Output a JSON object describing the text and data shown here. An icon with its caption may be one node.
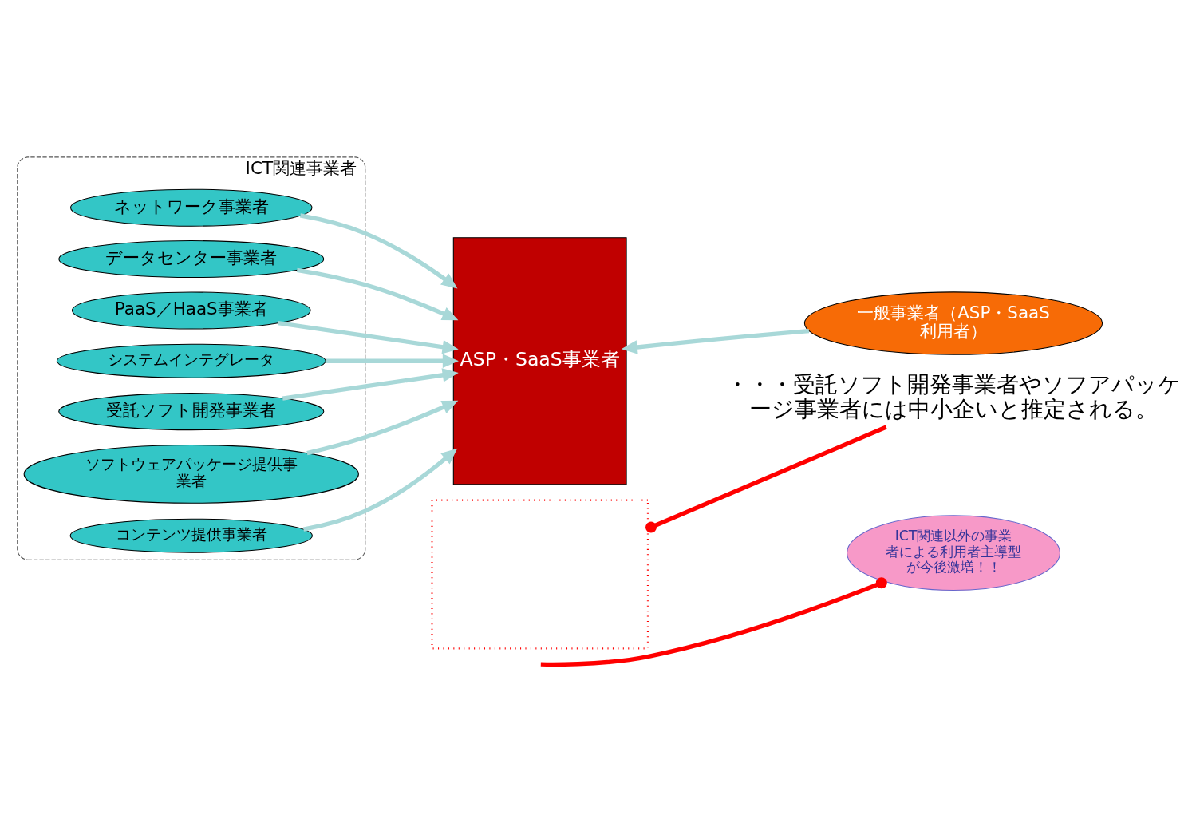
{
  "diagram": {
    "nodes": [
      {
        "text": [
          "ICT関連事業者"
        ]
      },
      {
        "text": [
          "ネットワーク事業者"
        ],
        "in": 0
      },
      {
        "text": [
          "データセンター事業者"
        ],
        "in": 0
      },
      {
        "text": [
          "PaaS／HaaS事業者"
        ],
        "in": 0
      },
      {
        "text": [
          "システムインテグレータ"
        ],
        "in": 0
      },
      {
        "text": [
          "受託ソフト開発事業者"
        ],
        "in": 0
      },
      {
        "text": [
          "ソフトウェアパッケージ提供事業者"
        ],
        "in": 0
      },
      {
        "text": [
          "コンテンツ提供事業者"
        ],
        "in": 0
      },
      {
        "text": [],
        "shape": "box"
      },
      {
        "text": [
          "ASP・SaaS事業者"
        ]
      },
      {
        "text": [
          "ICT関連以外の事業者による利用者主導型が今後激増！！"
        ]
      },
      {
        "text": [
          "一般事業者（ASP・SaaS利用者）"
        ]
      },
      {
        "text": [
          "・・・受託ソフト開発事業者やソフアパッケージ事業者には中小企いと推定される。"
        ]
      }
    ],
    "edges": [
      {
        "from": 1,
        "to": 9,
        "arrow": "to"
      },
      {
        "from": 2,
        "to": 9,
        "arrow": "to"
      },
      {
        "from": 3,
        "to": 9,
        "arrow": "to"
      },
      {
        "from": 4,
        "to": 9,
        "arrow": "to"
      },
      {
        "from": 5,
        "to": 9,
        "arrow": "to"
      },
      {
        "from": 6,
        "to": 9,
        "arrow": "to"
      },
      {
        "from": 7,
        "to": 9,
        "arrow": "to"
      },
      {
        "from": 11,
        "to": 9,
        "arrow": "to"
      },
      {
        "from": null,
        "to": 10,
        "arrow": "other",
        "color": "#ff0000"
      },
      {
        "from": 12,
        "to": 8,
        "arrow": "other",
        "color": "#ff0000"
      }
    ]
  }
}
